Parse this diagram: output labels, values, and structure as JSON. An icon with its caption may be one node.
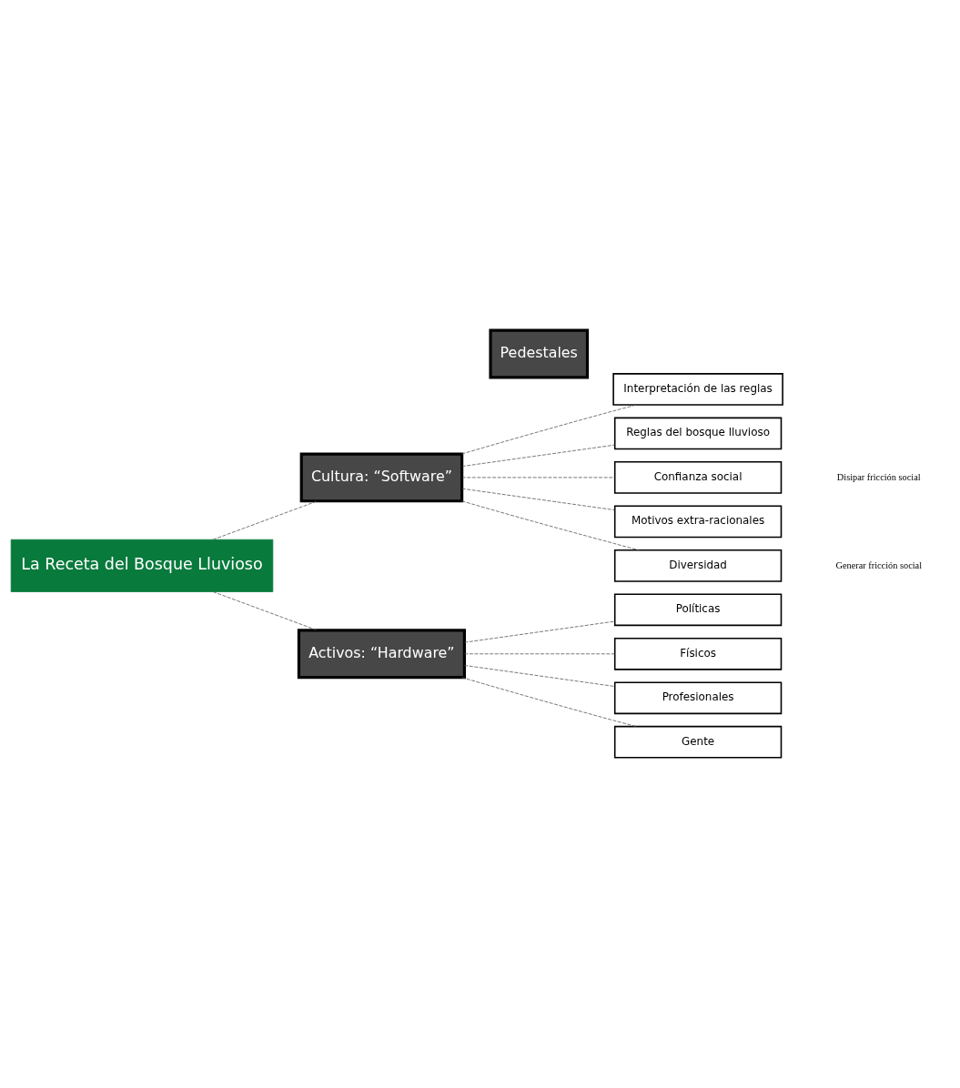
{
  "diagram": {
    "nodes": [
      {
        "text": [
          "La Receta del Bosque Lluvioso"
        ]
      },
      {
        "text": [
          "Cultura: “Software”"
        ]
      },
      {
        "text": [
          "Pedestales"
        ]
      },
      {
        "text": [
          "Interpretación de las reglas"
        ]
      },
      {
        "text": [
          "Reglas del bosque lluvioso"
        ]
      },
      {
        "text": [
          "Confianza social"
        ]
      },
      {
        "text": [
          "Motivos extra-racionales"
        ]
      },
      {
        "text": [
          "Diversidad"
        ]
      },
      {
        "text": [
          "Activos: “Hardware”"
        ]
      },
      {
        "text": [
          "Políticas"
        ]
      },
      {
        "text": [
          "Físicos"
        ]
      },
      {
        "text": [
          "Profesionales"
        ]
      },
      {
        "text": [
          "Gente"
        ]
      }
    ],
    "edges": [
      {
        "from": 0,
        "to": 1,
        "arrow": "none",
        "style": "dashed"
      },
      {
        "from": 0,
        "to": 8,
        "arrow": "none",
        "style": "dashed"
      },
      {
        "from": 1,
        "to": 3,
        "arrow": "none",
        "style": "dashed"
      },
      {
        "from": 1,
        "to": 4,
        "arrow": "none",
        "style": "dashed"
      },
      {
        "from": 1,
        "to": 5,
        "arrow": "none",
        "style": "dashed"
      },
      {
        "from": 1,
        "to": 6,
        "arrow": "none",
        "style": "dashed"
      },
      {
        "from": 1,
        "to": 7,
        "arrow": "none",
        "style": "dashed"
      },
      {
        "from": 8,
        "to": 9,
        "arrow": "none",
        "style": "dashed"
      },
      {
        "from": 8,
        "to": 10,
        "arrow": "none",
        "style": "dashed"
      },
      {
        "from": 8,
        "to": 11,
        "arrow": "none",
        "style": "dashed"
      },
      {
        "from": 8,
        "to": 12,
        "arrow": "none",
        "style": "dashed"
      }
    ],
    "labels": [
      "Disipar fricción social",
      "Generar fricción social"
    ]
  }
}
